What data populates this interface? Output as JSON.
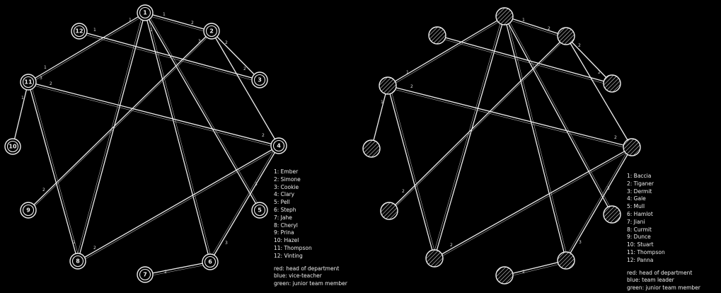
{
  "left_panel": {
    "nodes": [
      "1",
      "2",
      "3",
      "4",
      "5",
      "6",
      "7",
      "8",
      "9",
      "10",
      "11",
      "12"
    ],
    "roster": [
      "1: Ember",
      "2: Simone",
      "3: Cookie",
      "4: Clary",
      "5: Pell",
      "6: Steph",
      "7: Jahe",
      "8: Cheryl",
      "9: Prina",
      "10: Hazel",
      "11: Thompson",
      "12: Vinting"
    ],
    "notes": [
      "red: head of department",
      "blue: vice-teacher",
      "green: junior team member"
    ]
  },
  "right_panel": {
    "roster": [
      "1: Baccia",
      "2: Tiganer",
      "3: Dermit",
      "4: Gale",
      "5: Mull",
      "6: Hamlot",
      "7: Jiani",
      "8: Curmit",
      "9: Dunce",
      "10: Stuart",
      "11: Thompson",
      "12: Panna"
    ],
    "notes": [
      "red: head of department",
      "blue: team leader",
      "green: junior team member"
    ]
  },
  "colors": {
    "background": "#000000",
    "ink": "#eeeeee"
  }
}
